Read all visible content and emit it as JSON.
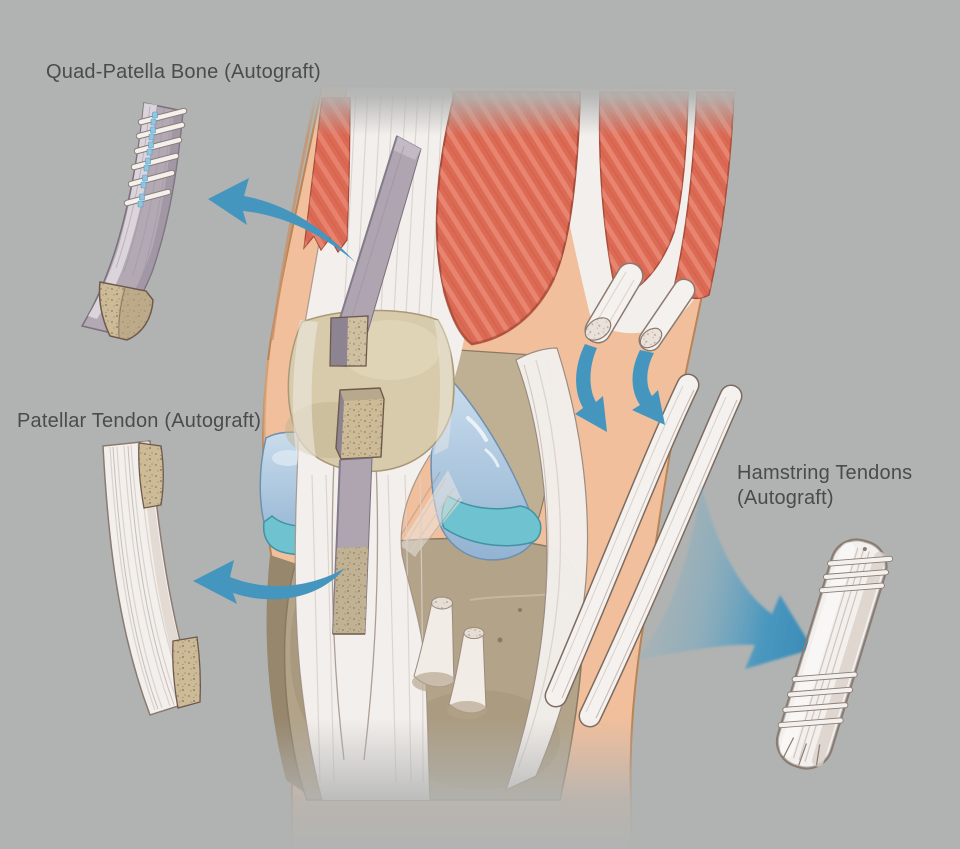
{
  "figure": {
    "labels": {
      "quad_patella_bone": "Quad-Patella Bone (Autograft)",
      "patellar_tendon": "Patellar Tendon (Autograft)",
      "hamstring_line1": "Hamstring Tendons",
      "hamstring_line2": "(Autograft)"
    },
    "colors": {
      "background": "#b1b3b2",
      "label_text": "#4b4b4d",
      "arrow_blue": "#4596bf",
      "muscle_red": "#dc6a54",
      "skin": "#f1bf9c",
      "skin_outline": "#bb8455",
      "tendon_white": "#f3efec",
      "tendon_outline": "#8b7a70",
      "patella_tan": "#d7cbab",
      "tibia_tan": "#b2a389",
      "bone_block": "#cdbb97",
      "graft_gray": "#aea5b1",
      "cartilage_blue": "#a6c2dc",
      "meniscus_teal": "#6fc2cf",
      "suture_blue": "#8fc6e2"
    }
  }
}
